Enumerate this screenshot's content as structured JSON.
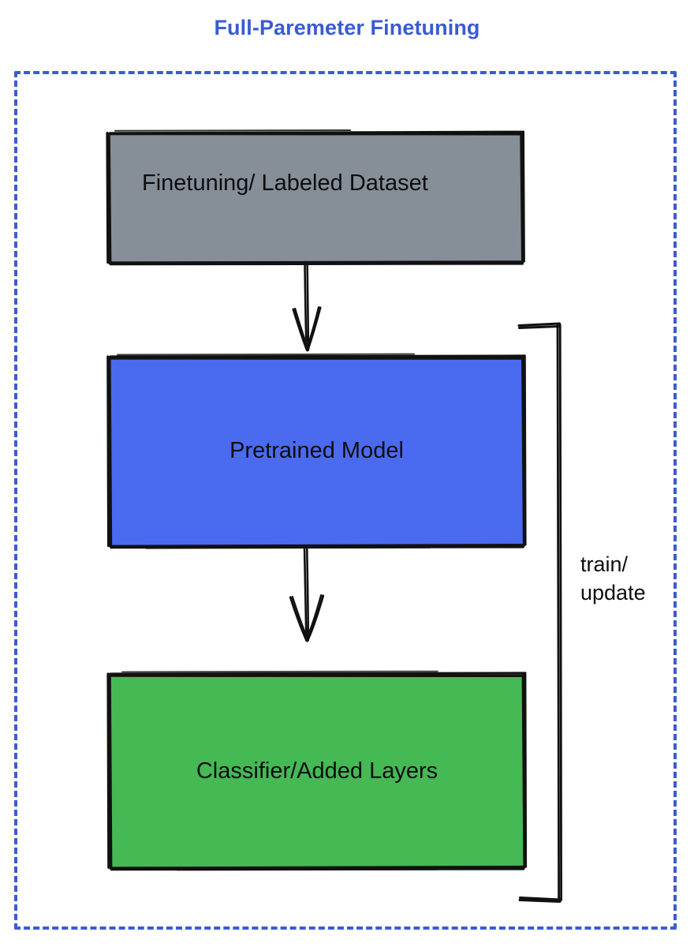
{
  "diagram": {
    "title": "Full-Paremeter Finetuning",
    "title_color": "#3b5bd4",
    "frame": {
      "style": "dashed",
      "color": "#3b5bd4"
    },
    "nodes": [
      {
        "id": "dataset",
        "label": "Finetuning/ Labeled Dataset",
        "fill": "#868e98",
        "stroke": "#000000"
      },
      {
        "id": "pretrained",
        "label": "Pretrained Model",
        "fill": "#4a6af0",
        "stroke": "#000000"
      },
      {
        "id": "classifier",
        "label": "Classifier/Added Layers",
        "fill": "#45b954",
        "stroke": "#000000"
      }
    ],
    "edges": [
      {
        "id": "dataset-to-model",
        "from": "dataset",
        "to": "pretrained",
        "label": "",
        "arrow": "down-arrow-icon"
      },
      {
        "id": "model-to-classifier",
        "from": "pretrained",
        "to": "classifier",
        "label": "",
        "arrow": "down-arrow-icon"
      },
      {
        "id": "feedback-loop",
        "from": "classifier",
        "to": "pretrained",
        "label": "train/\nupdate",
        "arrow": "bracket-icon"
      }
    ]
  }
}
